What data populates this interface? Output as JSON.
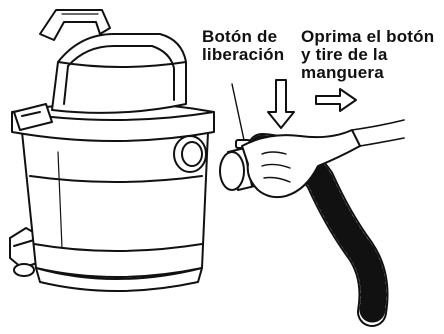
{
  "labels": {
    "release_button": [
      "Botón de",
      "liberación"
    ],
    "instruction": [
      "Oprima el botón",
      "y tire de la",
      "manguera"
    ]
  },
  "colors": {
    "line": "#111111",
    "fill": "#ffffff"
  }
}
